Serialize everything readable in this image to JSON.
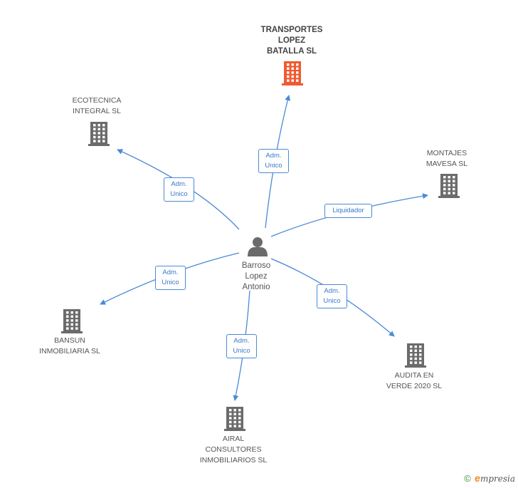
{
  "diagram": {
    "center": {
      "lines": [
        "Barroso",
        "Lopez",
        "Antonio"
      ]
    },
    "companies": [
      {
        "id": "transportes",
        "lines": [
          "TRANSPORTES",
          "LOPEZ",
          "BATALLA SL"
        ],
        "highlight": true
      },
      {
        "id": "ecotecnica",
        "lines": [
          "ECOTECNICA",
          "INTEGRAL SL"
        ],
        "highlight": false
      },
      {
        "id": "montajes",
        "lines": [
          "MONTAJES",
          "MAVESA SL"
        ],
        "highlight": false
      },
      {
        "id": "bansun",
        "lines": [
          "BANSUN",
          "INMOBILIARIA SL"
        ],
        "highlight": false
      },
      {
        "id": "airal",
        "lines": [
          "AIRAL",
          "CONSULTORES",
          "INMOBILIARIOS SL"
        ],
        "highlight": false
      },
      {
        "id": "audita",
        "lines": [
          "AUDITA EN",
          "VERDE 2020  SL"
        ],
        "highlight": false
      }
    ],
    "relations": [
      {
        "target": "transportes",
        "lines": [
          "Adm.",
          "Unico"
        ]
      },
      {
        "target": "ecotecnica",
        "lines": [
          "Adm.",
          "Unico"
        ]
      },
      {
        "target": "montajes",
        "lines": [
          "Liquidador"
        ]
      },
      {
        "target": "bansun",
        "lines": [
          "Adm.",
          "Unico"
        ]
      },
      {
        "target": "airal",
        "lines": [
          "Adm.",
          "Unico"
        ]
      },
      {
        "target": "audita",
        "lines": [
          "Adm.",
          "Unico"
        ]
      }
    ]
  },
  "colors": {
    "edge": "#4a8ad6",
    "building_default": "#6b6b6b",
    "building_highlight": "#f05a30",
    "person": "#6b6b6b"
  },
  "footer": {
    "copyright": "©",
    "brand_initial": "e",
    "brand_rest": "mpresia"
  }
}
